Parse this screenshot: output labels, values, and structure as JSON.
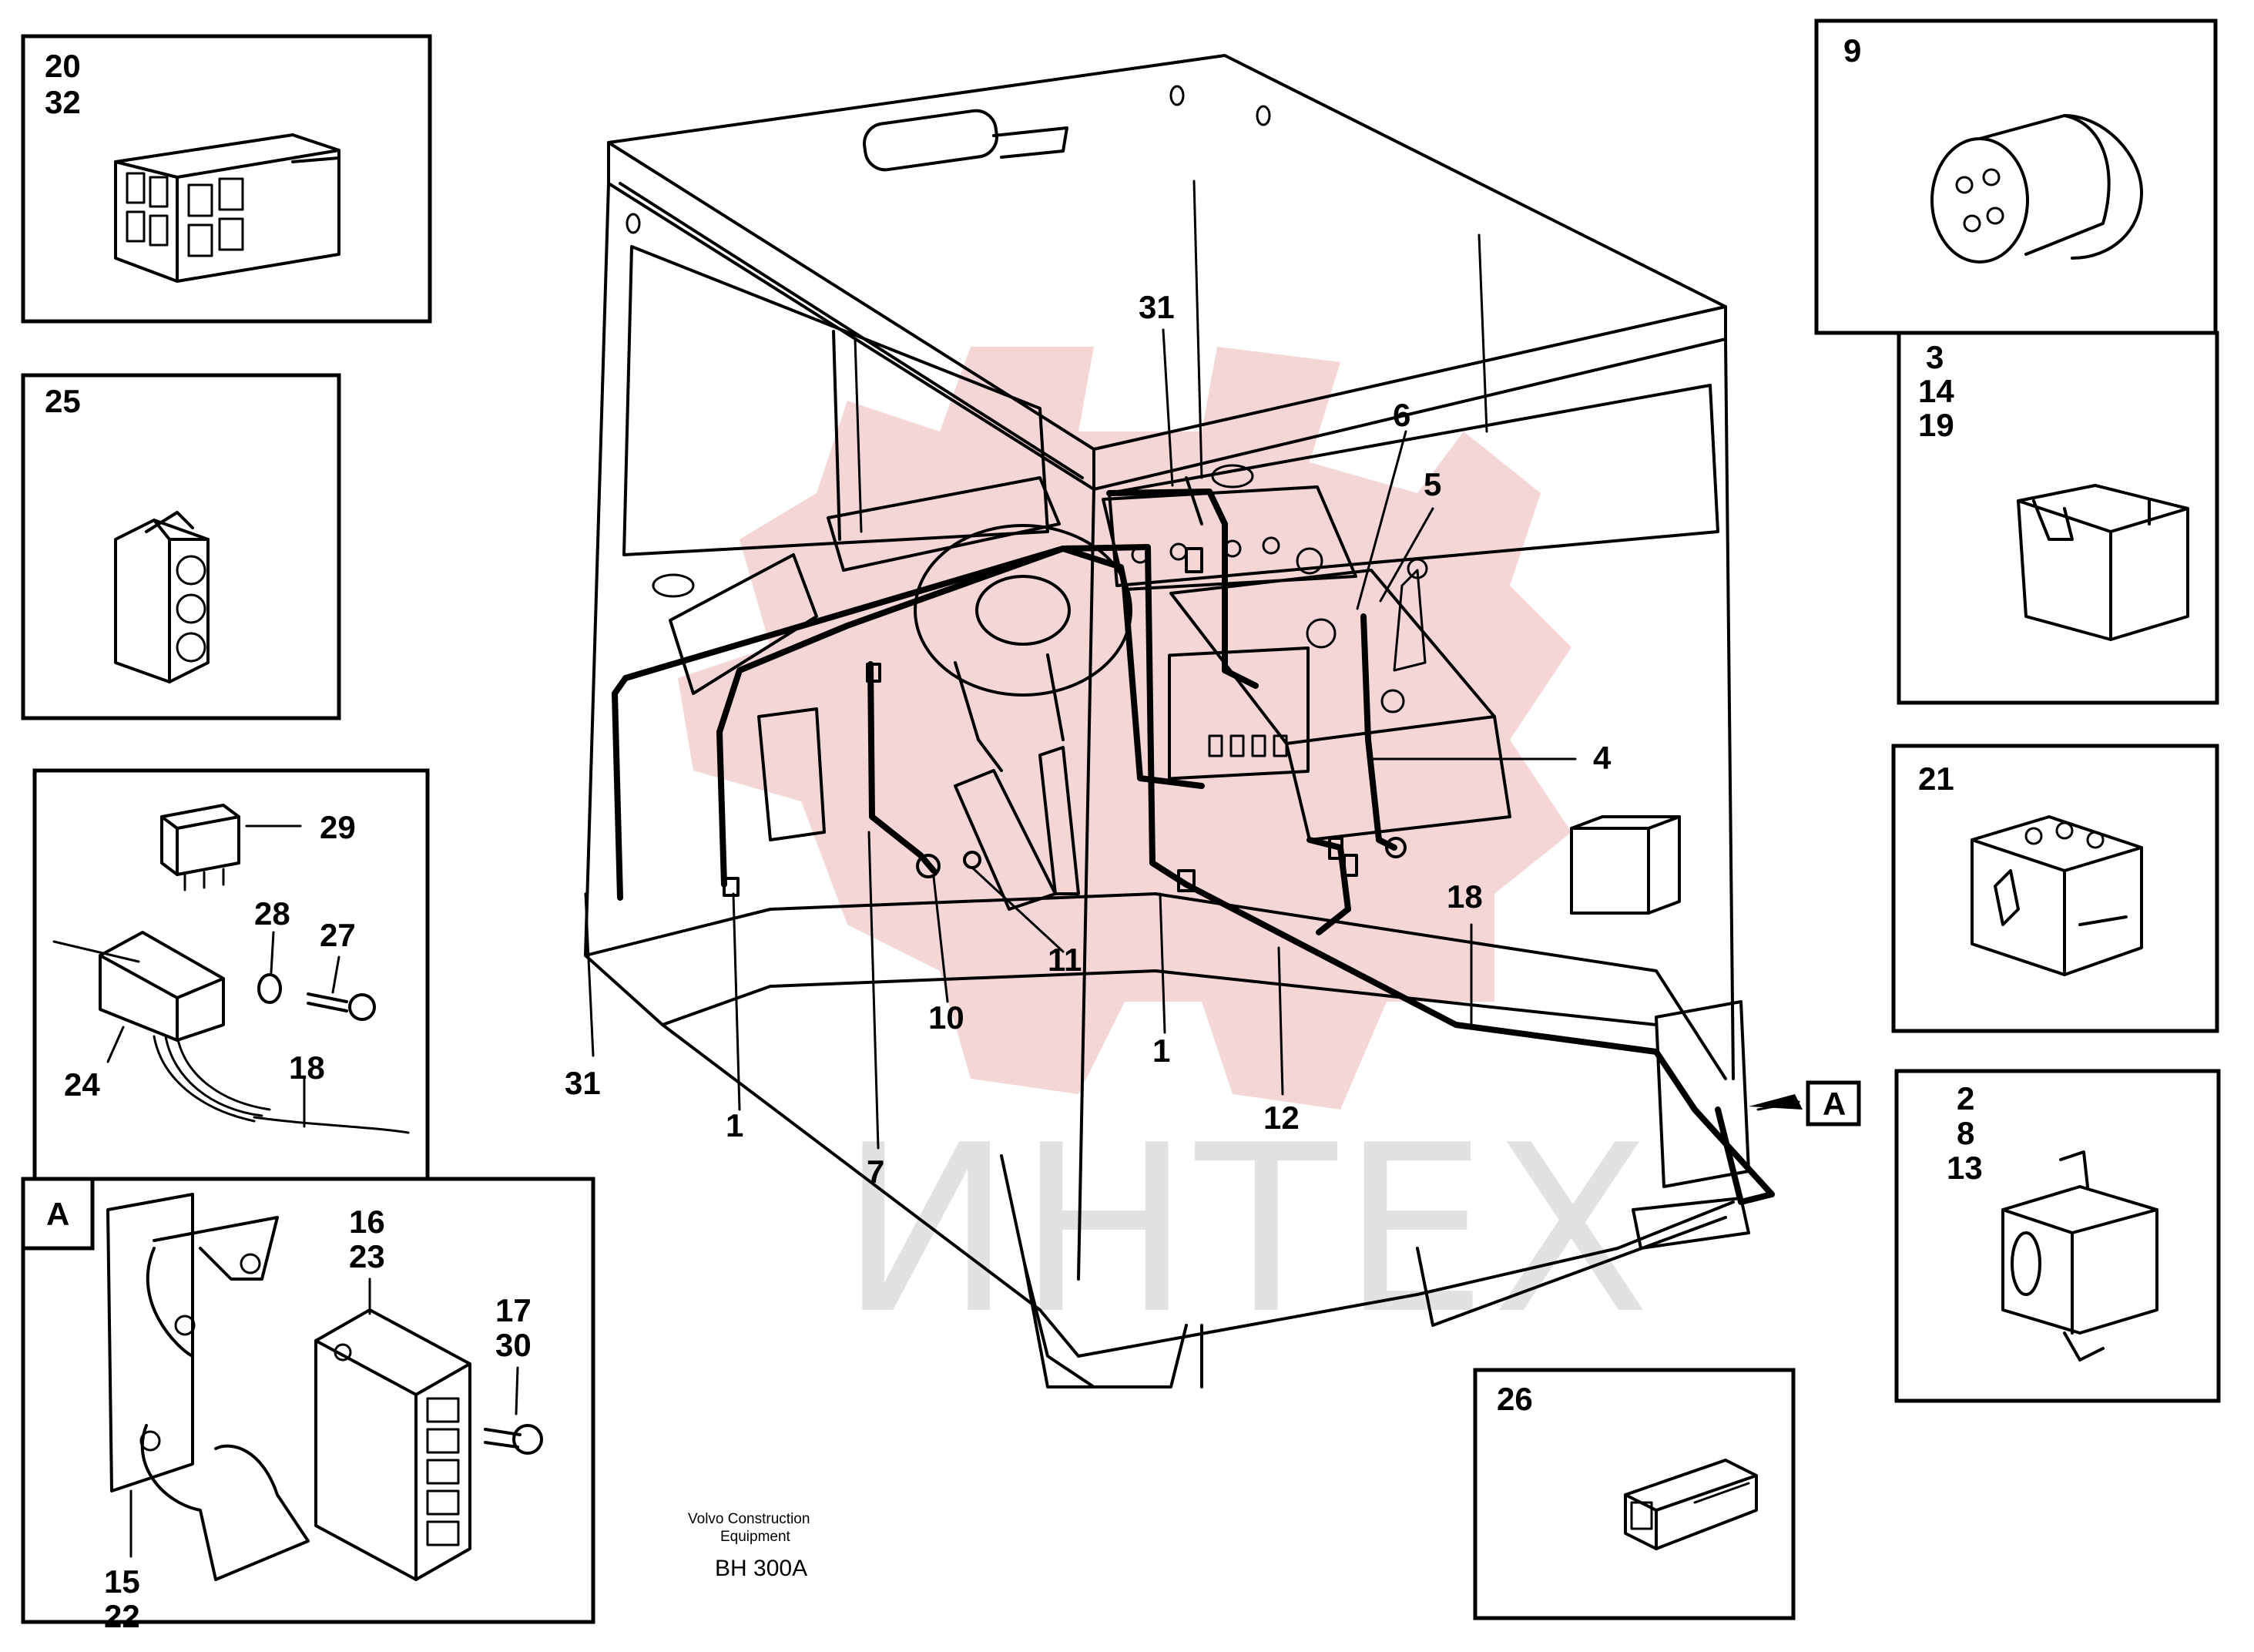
{
  "callouts": {
    "c31_top": "31",
    "c6": "6",
    "c5": "5",
    "c4": "4",
    "c18_main": "18",
    "c31_left": "31",
    "c1_left": "1",
    "c7": "7",
    "c10": "10",
    "c11": "11",
    "c1_mid": "1",
    "c12": "12"
  },
  "section_marker": "A",
  "boxes": {
    "b20_32": [
      "20",
      "32"
    ],
    "b25": [
      "25"
    ],
    "b29": {
      "l29": "29",
      "l28": "28",
      "l27": "27",
      "l24": "24",
      "l18": "18"
    },
    "bA": {
      "marker": "A",
      "l16_23": [
        "16",
        "23"
      ],
      "l17_30": [
        "17",
        "30"
      ],
      "l15_22": [
        "15",
        "22"
      ]
    },
    "b9": [
      "9"
    ],
    "b3_14_19": [
      "3",
      "14",
      "19"
    ],
    "b21": [
      "21"
    ],
    "b2_8_13": [
      "2",
      "8",
      "13"
    ],
    "b26": [
      "26"
    ]
  },
  "footer": {
    "company_line1": "Volvo Construction",
    "company_line2": "Equipment",
    "code": "BH 300A"
  },
  "watermark": "ИНТЕХ"
}
